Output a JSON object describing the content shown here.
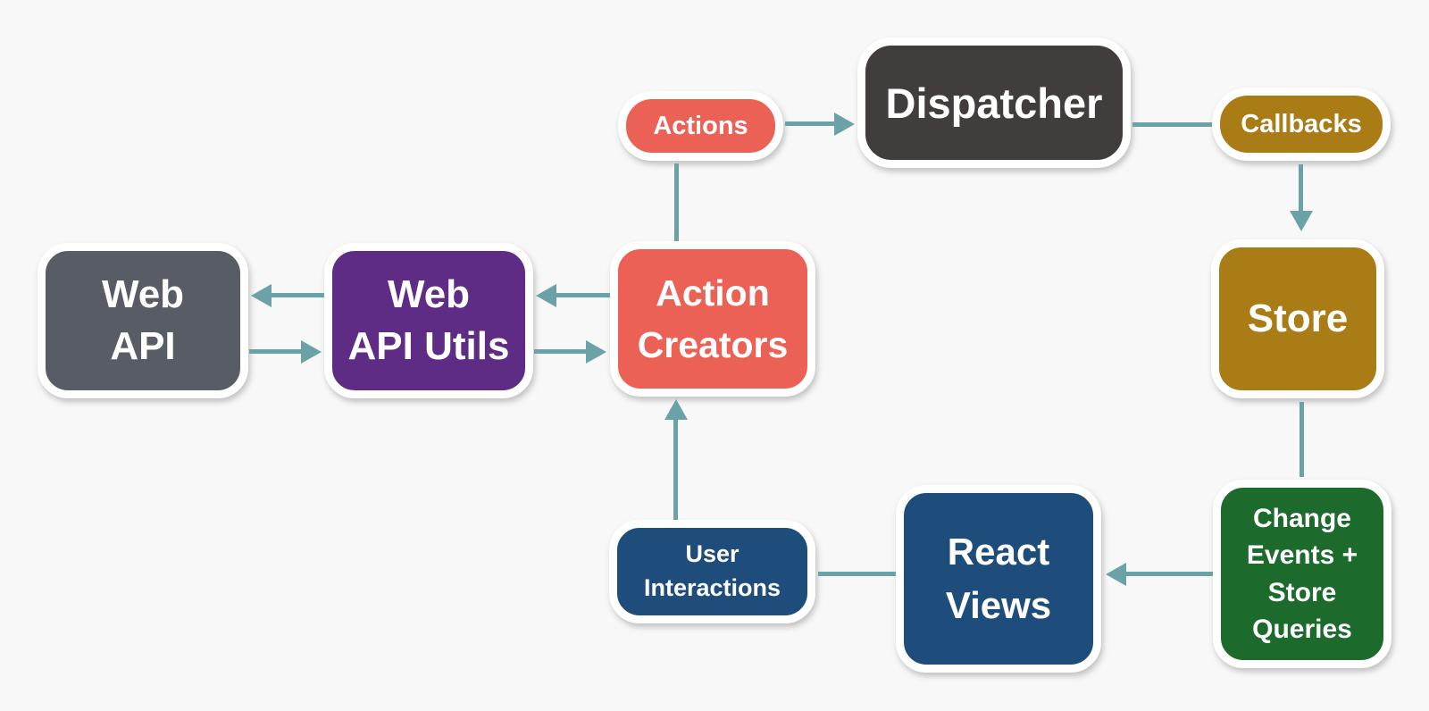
{
  "diagram": {
    "background": "#f8f8f8",
    "connector_color": "#6ba2a8",
    "box_border_color": "#ffffff",
    "text_color": "#ffffff",
    "nodes": {
      "actions": {
        "label": "Actions",
        "color": "#ec6156"
      },
      "dispatcher": {
        "label": "Dispatcher",
        "color": "#413d3d"
      },
      "callbacks": {
        "label": "Callbacks",
        "color": "#aa7c15"
      },
      "store": {
        "label": "Store",
        "color": "#aa7c15"
      },
      "change_events": {
        "label": "Change Events + Store Queries",
        "lines": [
          "Change",
          "Events +",
          "Store",
          "Queries"
        ],
        "color": "#1d6a2d"
      },
      "react_views": {
        "label": "React Views",
        "lines": [
          "React",
          "Views"
        ],
        "color": "#1e4d7c"
      },
      "user_interactions": {
        "label": "User Interactions",
        "lines": [
          "User",
          "Interactions"
        ],
        "color": "#1e4d7c"
      },
      "action_creators": {
        "label": "Action Creators",
        "lines": [
          "Action",
          "Creators"
        ],
        "color": "#ec6156"
      },
      "web_api_utils": {
        "label": "Web API Utils",
        "lines": [
          "Web",
          "API Utils"
        ],
        "color": "#5e2c84"
      },
      "web_api": {
        "label": "Web API",
        "lines": [
          "Web",
          "API"
        ],
        "color": "#585c64"
      }
    },
    "edges": [
      {
        "from": "Actions",
        "to": "Dispatcher",
        "arrowhead": true
      },
      {
        "from": "Dispatcher",
        "to": "Callbacks",
        "arrowhead": false
      },
      {
        "from": "Callbacks",
        "to": "Store",
        "arrowhead": true
      },
      {
        "from": "Store",
        "to": "Change Events + Store Queries",
        "arrowhead": false
      },
      {
        "from": "Change Events + Store Queries",
        "to": "React Views",
        "arrowhead": true
      },
      {
        "from": "React Views",
        "to": "User Interactions",
        "arrowhead": false
      },
      {
        "from": "User Interactions",
        "to": "Action Creators",
        "arrowhead": true
      },
      {
        "from": "Action Creators",
        "to": "Actions",
        "arrowhead": false
      },
      {
        "from": "Action Creators",
        "to": "Web API Utils",
        "arrowhead": true
      },
      {
        "from": "Web API Utils",
        "to": "Action Creators",
        "arrowhead": true
      },
      {
        "from": "Web API Utils",
        "to": "Web API",
        "arrowhead": true
      },
      {
        "from": "Web API",
        "to": "Web API Utils",
        "arrowhead": true
      }
    ]
  }
}
